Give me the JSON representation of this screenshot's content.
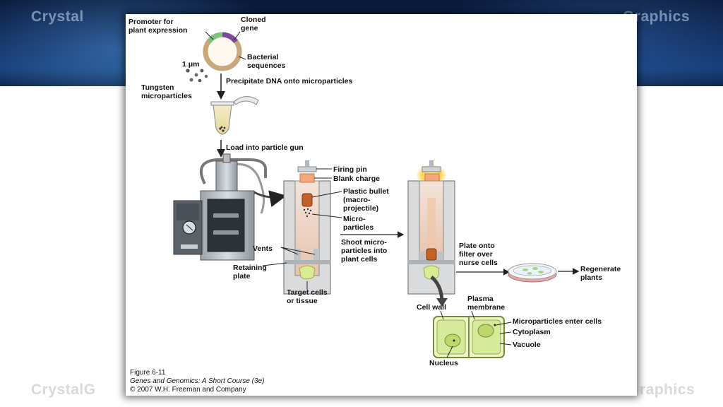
{
  "watermark": {
    "brand_left": "Crystal",
    "brand_right": "Graphics",
    "brand_bottom_left": "CrystalG",
    "brand_bottom_right": "raphics"
  },
  "labels": {
    "promoter_1": "Promoter for",
    "promoter_2": "plant expression",
    "cloned_1": "Cloned",
    "cloned_2": "gene",
    "bacterial_1": "Bacterial",
    "bacterial_2": "sequences",
    "micron": "1 μm",
    "tungsten_1": "Tungsten",
    "tungsten_2": "microparticles",
    "step_precipitate": "Precipitate DNA onto microparticles",
    "step_load": "Load into particle gun",
    "firing_pin": "Firing pin",
    "blank_charge": "Blank charge",
    "plastic_bullet_1": "Plastic bullet",
    "plastic_bullet_2": "(macro-",
    "plastic_bullet_3": "projectile)",
    "microparticles_1": "Micro-",
    "microparticles_2": "particles",
    "vents": "Vents",
    "retaining_1": "Retaining",
    "retaining_2": "plate",
    "shoot_1": "Shoot micro-",
    "shoot_2": "particles into",
    "shoot_3": "plant cells",
    "target_1": "Target cells",
    "target_2": "or tissue",
    "plate_1": "Plate onto",
    "plate_2": "filter over",
    "plate_3": "nurse cells",
    "regenerate_1": "Regenerate",
    "regenerate_2": "plants",
    "cell_wall": "Cell wall",
    "plasma_1": "Plasma",
    "plasma_2": "membrane",
    "enter_cells": "Microparticles enter cells",
    "cytoplasm": "Cytoplasm",
    "vacuole": "Vacuole",
    "nucleus": "Nucleus"
  },
  "caption": {
    "figure": "Figure 6-11",
    "book": "Genes and Genomics: A Short Course (3e)",
    "copyright": "© 2007 W.H. Freeman and Company"
  }
}
